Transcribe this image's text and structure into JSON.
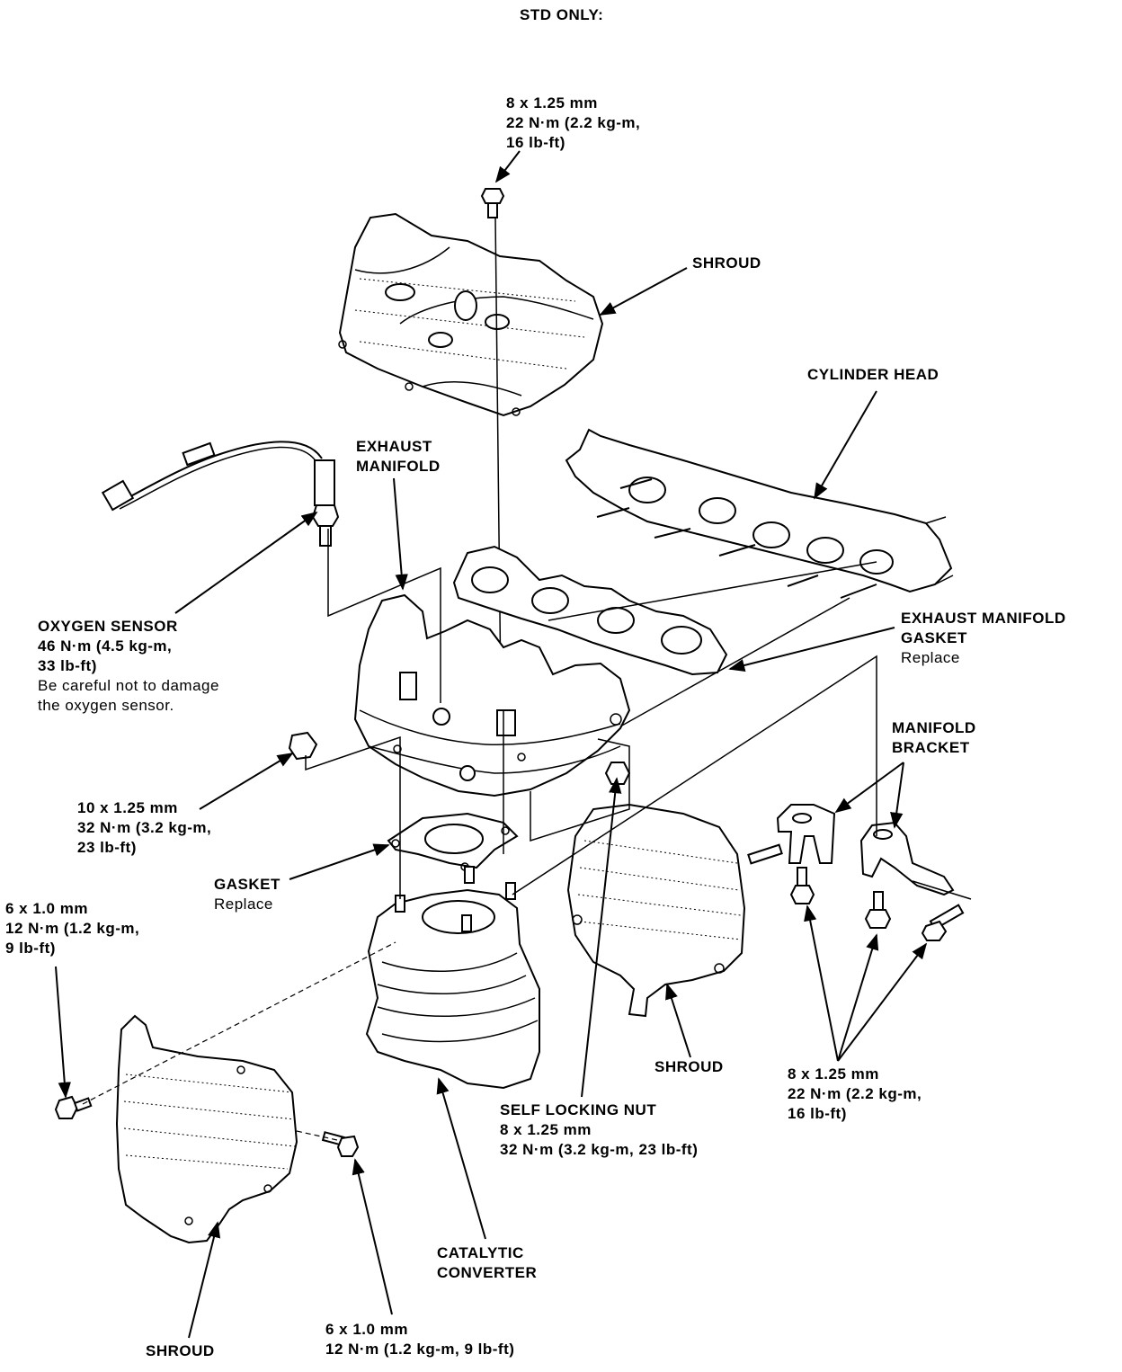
{
  "title": "STD ONLY:",
  "labels": {
    "top_bolt": [
      "8 x 1.25 mm",
      "22 N·m (2.2 kg-m,",
      "16 lb-ft)"
    ],
    "shroud_top": "SHROUD",
    "cylinder_head": "CYLINDER HEAD",
    "exhaust_manifold": [
      "EXHAUST",
      "MANIFOLD"
    ],
    "oxygen_sensor": [
      "OXYGEN SENSOR",
      "46 N·m (4.5 kg-m,",
      "33 lb-ft)"
    ],
    "oxygen_sensor_note": [
      "Be careful not to damage",
      "the oxygen sensor."
    ],
    "exhaust_gasket": [
      "EXHAUST MANIFOLD",
      "GASKET"
    ],
    "exhaust_gasket_note": "Replace",
    "manifold_bracket": [
      "MANIFOLD",
      "BRACKET"
    ],
    "nut_10": [
      "10 x 1.25 mm",
      "32 N·m (3.2 kg-m,",
      "23 lb-ft)"
    ],
    "gasket": "GASKET",
    "gasket_note": "Replace",
    "bolt_6_left": [
      "6 x 1.0 mm",
      "12 N·m (1.2 kg-m,",
      "9 lb-ft)"
    ],
    "shroud_right": "SHROUD",
    "self_locking_nut": [
      "SELF LOCKING NUT",
      "8 x 1.25 mm",
      "32 N·m (3.2 kg-m, 23 lb-ft)"
    ],
    "bracket_bolts": [
      "8 x 1.25 mm",
      "22 N·m (2.2 kg-m,",
      "16 lb-ft)"
    ],
    "catalytic_converter": [
      "CATALYTIC",
      "CONVERTER"
    ],
    "shroud_bottom": "SHROUD",
    "bolt_6_bottom": [
      "6 x 1.0 mm",
      "12 N·m (1.2 kg-m, 9 lb-ft)"
    ]
  }
}
